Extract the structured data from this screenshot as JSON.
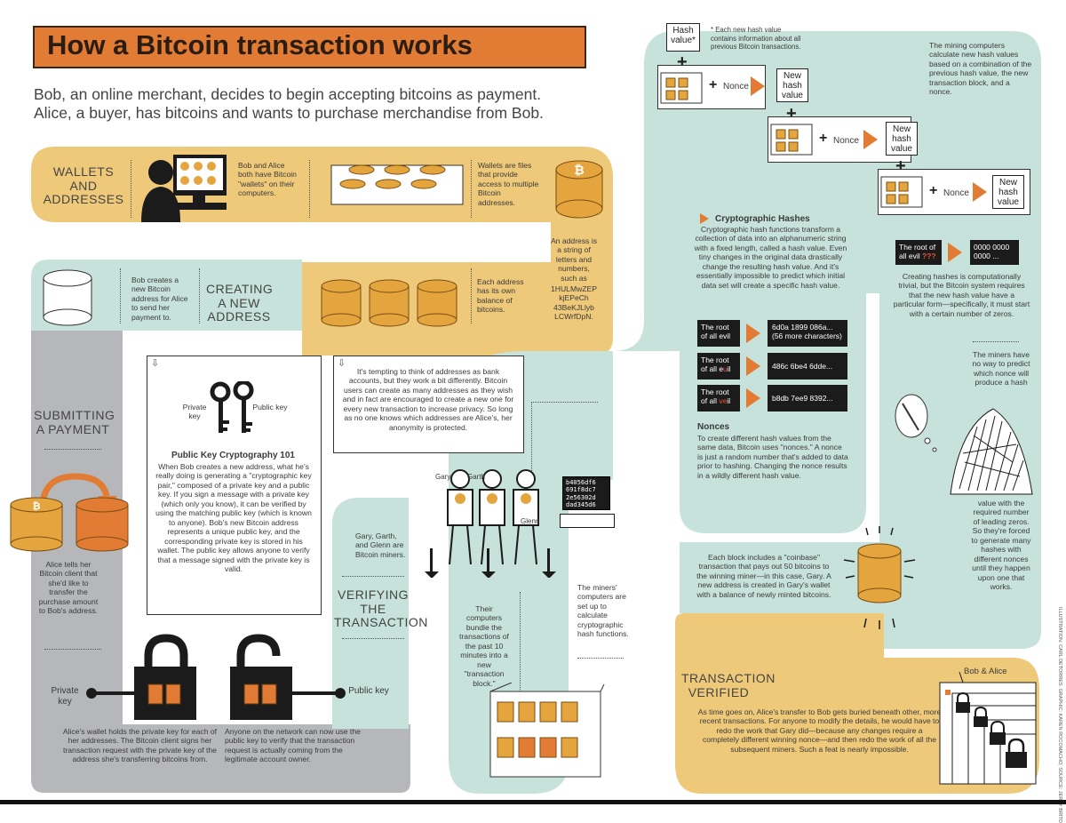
{
  "title": "How a Bitcoin transaction works",
  "intro": {
    "line1": "Bob, an online merchant, decides to begin accepting bitcoins as payment.",
    "line2": "Alice, a buyer, has bitcoins and wants to purchase merchandise from Bob."
  },
  "wallets": {
    "caption": "WALLETS AND ADDRESSES",
    "text1": "Bob and Alice both have Bitcoin \"wallets\" on their computers.",
    "text2": "Wallets are files that provide access to multiple Bitcoin addresses.",
    "address_text": "An address is a string of letters and numbers, such as",
    "address_value": "1HULMwZEP kjEPeCh 43BeKJLlyb LCWrfDpN."
  },
  "creating": {
    "caption": "CREATING A NEW ADDRESS",
    "text1": "Bob creates a new Bitcoin address for Alice to send her payment to.",
    "text2": "Each address has its own balance of bitcoins."
  },
  "pkc": {
    "private_key": "Private key",
    "public_key": "Public key",
    "heading": "Public Key Cryptography 101",
    "body": "When Bob creates a new address, what he's really doing is generating a \"cryptographic key pair,\" composed of a private key and a public key. If you sign a message with a private key (which only you know), it can be verified by using the matching public key (which is known to anyone). Bob's new Bitcoin address represents a unique public key, and the corresponding private key is stored in his wallet. The public key allows anyone to verify that a message signed with the private key is valid."
  },
  "anonymity": "It's tempting to think of addresses as bank accounts, but they work a bit differently. Bitcoin users can create as many addresses as they wish and in fact are encouraged to create a new one for every new transaction to increase privacy. So long as no one knows which addresses are Alice's, her anonymity is protected.",
  "submitting": {
    "caption": "SUBMITTING A PAYMENT",
    "text1": "Alice tells her Bitcoin client that she'd like to transfer the purchase amount to Bob's address.",
    "private_key": "Private key",
    "public_key": "Public key",
    "text2": "Alice's wallet holds the private key for each of her addresses. The Bitcoin client signs her transaction request with the private key of the address she's transferring bitcoins from.",
    "text3": "Anyone on the network can now use the public key to verify that the transaction request is actually coming from the legitimate account owner."
  },
  "verifying": {
    "caption": "VERIFYING THE TRANSACTION",
    "miners_text": "Gary, Garth, and Glenn are Bitcoin miners.",
    "names": [
      "Gary",
      "Garth",
      "Glenn"
    ],
    "screen": "b4056df6 691f8dc7 2e56302d dad345d6",
    "bundle_text": "Their computers bundle the transactions of the past 10 minutes into a new \"transaction block.\"",
    "crypto_text": "The miners' computers are set up to calculate cryptographic hash functions."
  },
  "hashchain": {
    "hash_value_label": "Hash value*",
    "footnote": "* Each new hash value contains information about all previous Bitcoin transactions.",
    "new_hash": "New hash value",
    "nonce": "Nonce",
    "desc": "The mining computers calculate new hash values based on a combination of the previous hash value, the new transaction block, and a nonce."
  },
  "crypto_hashes": {
    "heading": "Cryptographic Hashes",
    "body": "Cryptographic hash functions transform a collection of data into an alphanumeric string with a fixed length, called a hash value. Even tiny changes in the original data drastically change the resulting hash value. And it's essentially impossible to predict which initial data set will create a specific hash value.",
    "examples": [
      {
        "input_pre": "The root",
        "input_post": "of all evil",
        "output": "6d0a 1899 086a... (56 more characters)"
      },
      {
        "input_pre": "The root",
        "input_mid": "of all e",
        "input_hl": "u",
        "input_post": "il",
        "output": "486c 6be4 6dde..."
      },
      {
        "input_pre": "The root",
        "input_mid": "of all ",
        "input_hl": "ve",
        "input_post": "il",
        "output": "b8db 7ee9 8392..."
      }
    ],
    "nonces_heading": "Nonces",
    "nonces_body": "To create different hash values from the same data, Bitcoin uses \"nonces.\" A nonce is just a random number that's added to data prior to hashing. Changing the nonce results in a wildly different hash value."
  },
  "zeros": {
    "input": "The root of all evil",
    "qmarks": "???",
    "output": "0000 0000 0000 ...",
    "text": "Creating hashes is computationally trivial, but the Bitcoin system requires that the new hash value have a particular form—specifically, it must start with a certain number of zeros.",
    "miners_text1": "The miners have no way to predict which nonce will produce a hash",
    "miners_text2": "value with the required number of leading zeros. So they're forced to generate many hashes with different nonces until they happen upon one that works."
  },
  "coinbase": "Each block includes a \"coinbase\" transaction that pays out 50 bitcoins to the winning miner—in this case, Gary. A new address is created in Gary's wallet with a balance of newly minted bitcoins.",
  "verified": {
    "caption": "TRANSACTION VERIFIED",
    "bob_alice": "Bob & Alice",
    "text": "As time goes on, Alice's transfer to Bob gets buried beneath other, more recent transactions. For anyone to modify the details, he would have to redo the work that Gary did—because any changes require a completely different winning nonce—and then redo the work of all the subsequent miners. Such a feat is nearly impossible."
  },
  "credit": "ILLUSTRATION: CARL DETORRES. GRAPHIC: KAREN ROCOMACHO; SOURCE: JERRY BRITO",
  "colors": {
    "orange": "#e27b34",
    "yellow": "#efc97a",
    "teal": "#c7e2da",
    "gray": "#b6b7bb",
    "dark": "#1b1b1b"
  }
}
